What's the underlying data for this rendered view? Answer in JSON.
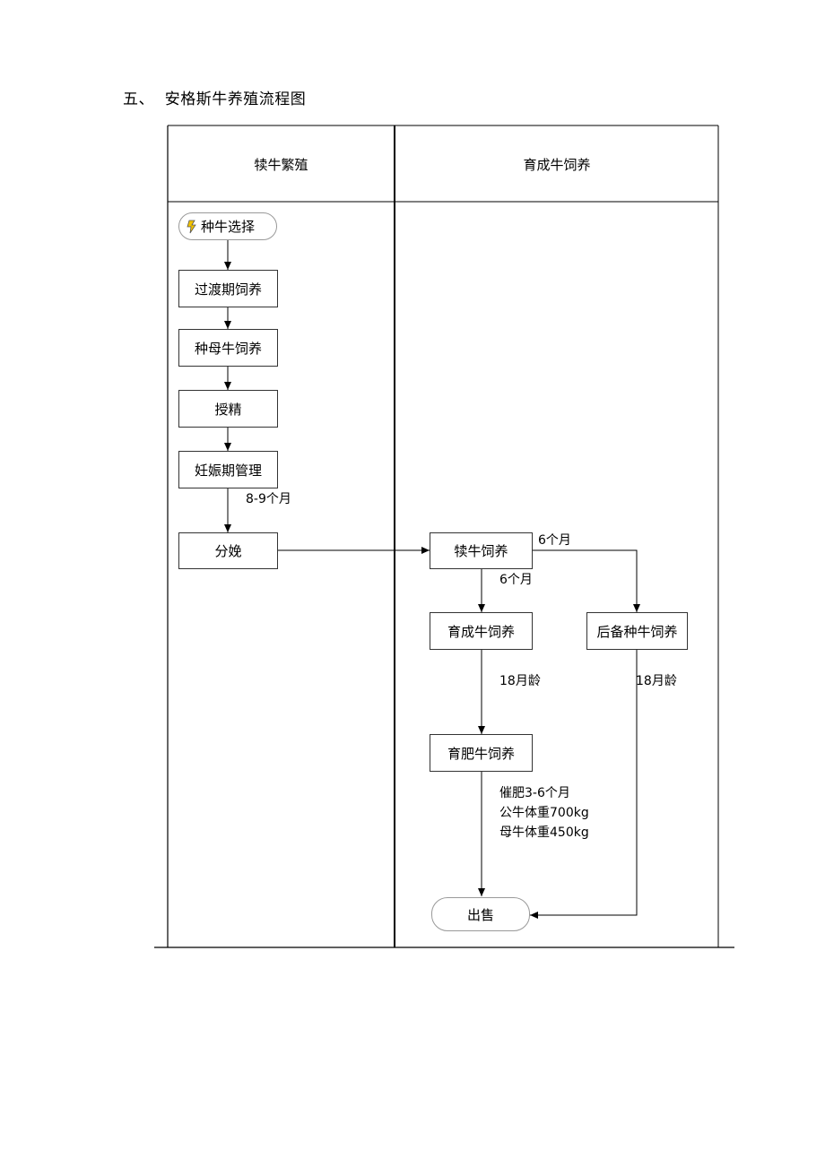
{
  "title": "五、  安格斯牛养殖流程图",
  "lanes": [
    "犊牛繁殖",
    "育成牛饲养"
  ],
  "nodes": {
    "start": "种牛选择",
    "transition": "过渡期饲养",
    "breeding_cow": "种母牛饲养",
    "insemination": "授精",
    "pregnancy": "妊娠期管理",
    "calving": "分娩",
    "calf": "犊牛饲养",
    "growing": "育成牛饲养",
    "reserve": "后备种牛饲养",
    "fattening": "育肥牛饲养",
    "sale": "出售"
  },
  "edge_labels": {
    "pregnancy_to_calving": "8-9个月",
    "calf_to_reserve": "6个月",
    "calf_to_growing": "6个月",
    "growing_to_fattening": "18月龄",
    "reserve_to_sale": "18月龄",
    "fattening_to_sale": [
      "催肥3-6个月",
      "公牛体重700kg",
      "母牛体重450kg"
    ]
  }
}
